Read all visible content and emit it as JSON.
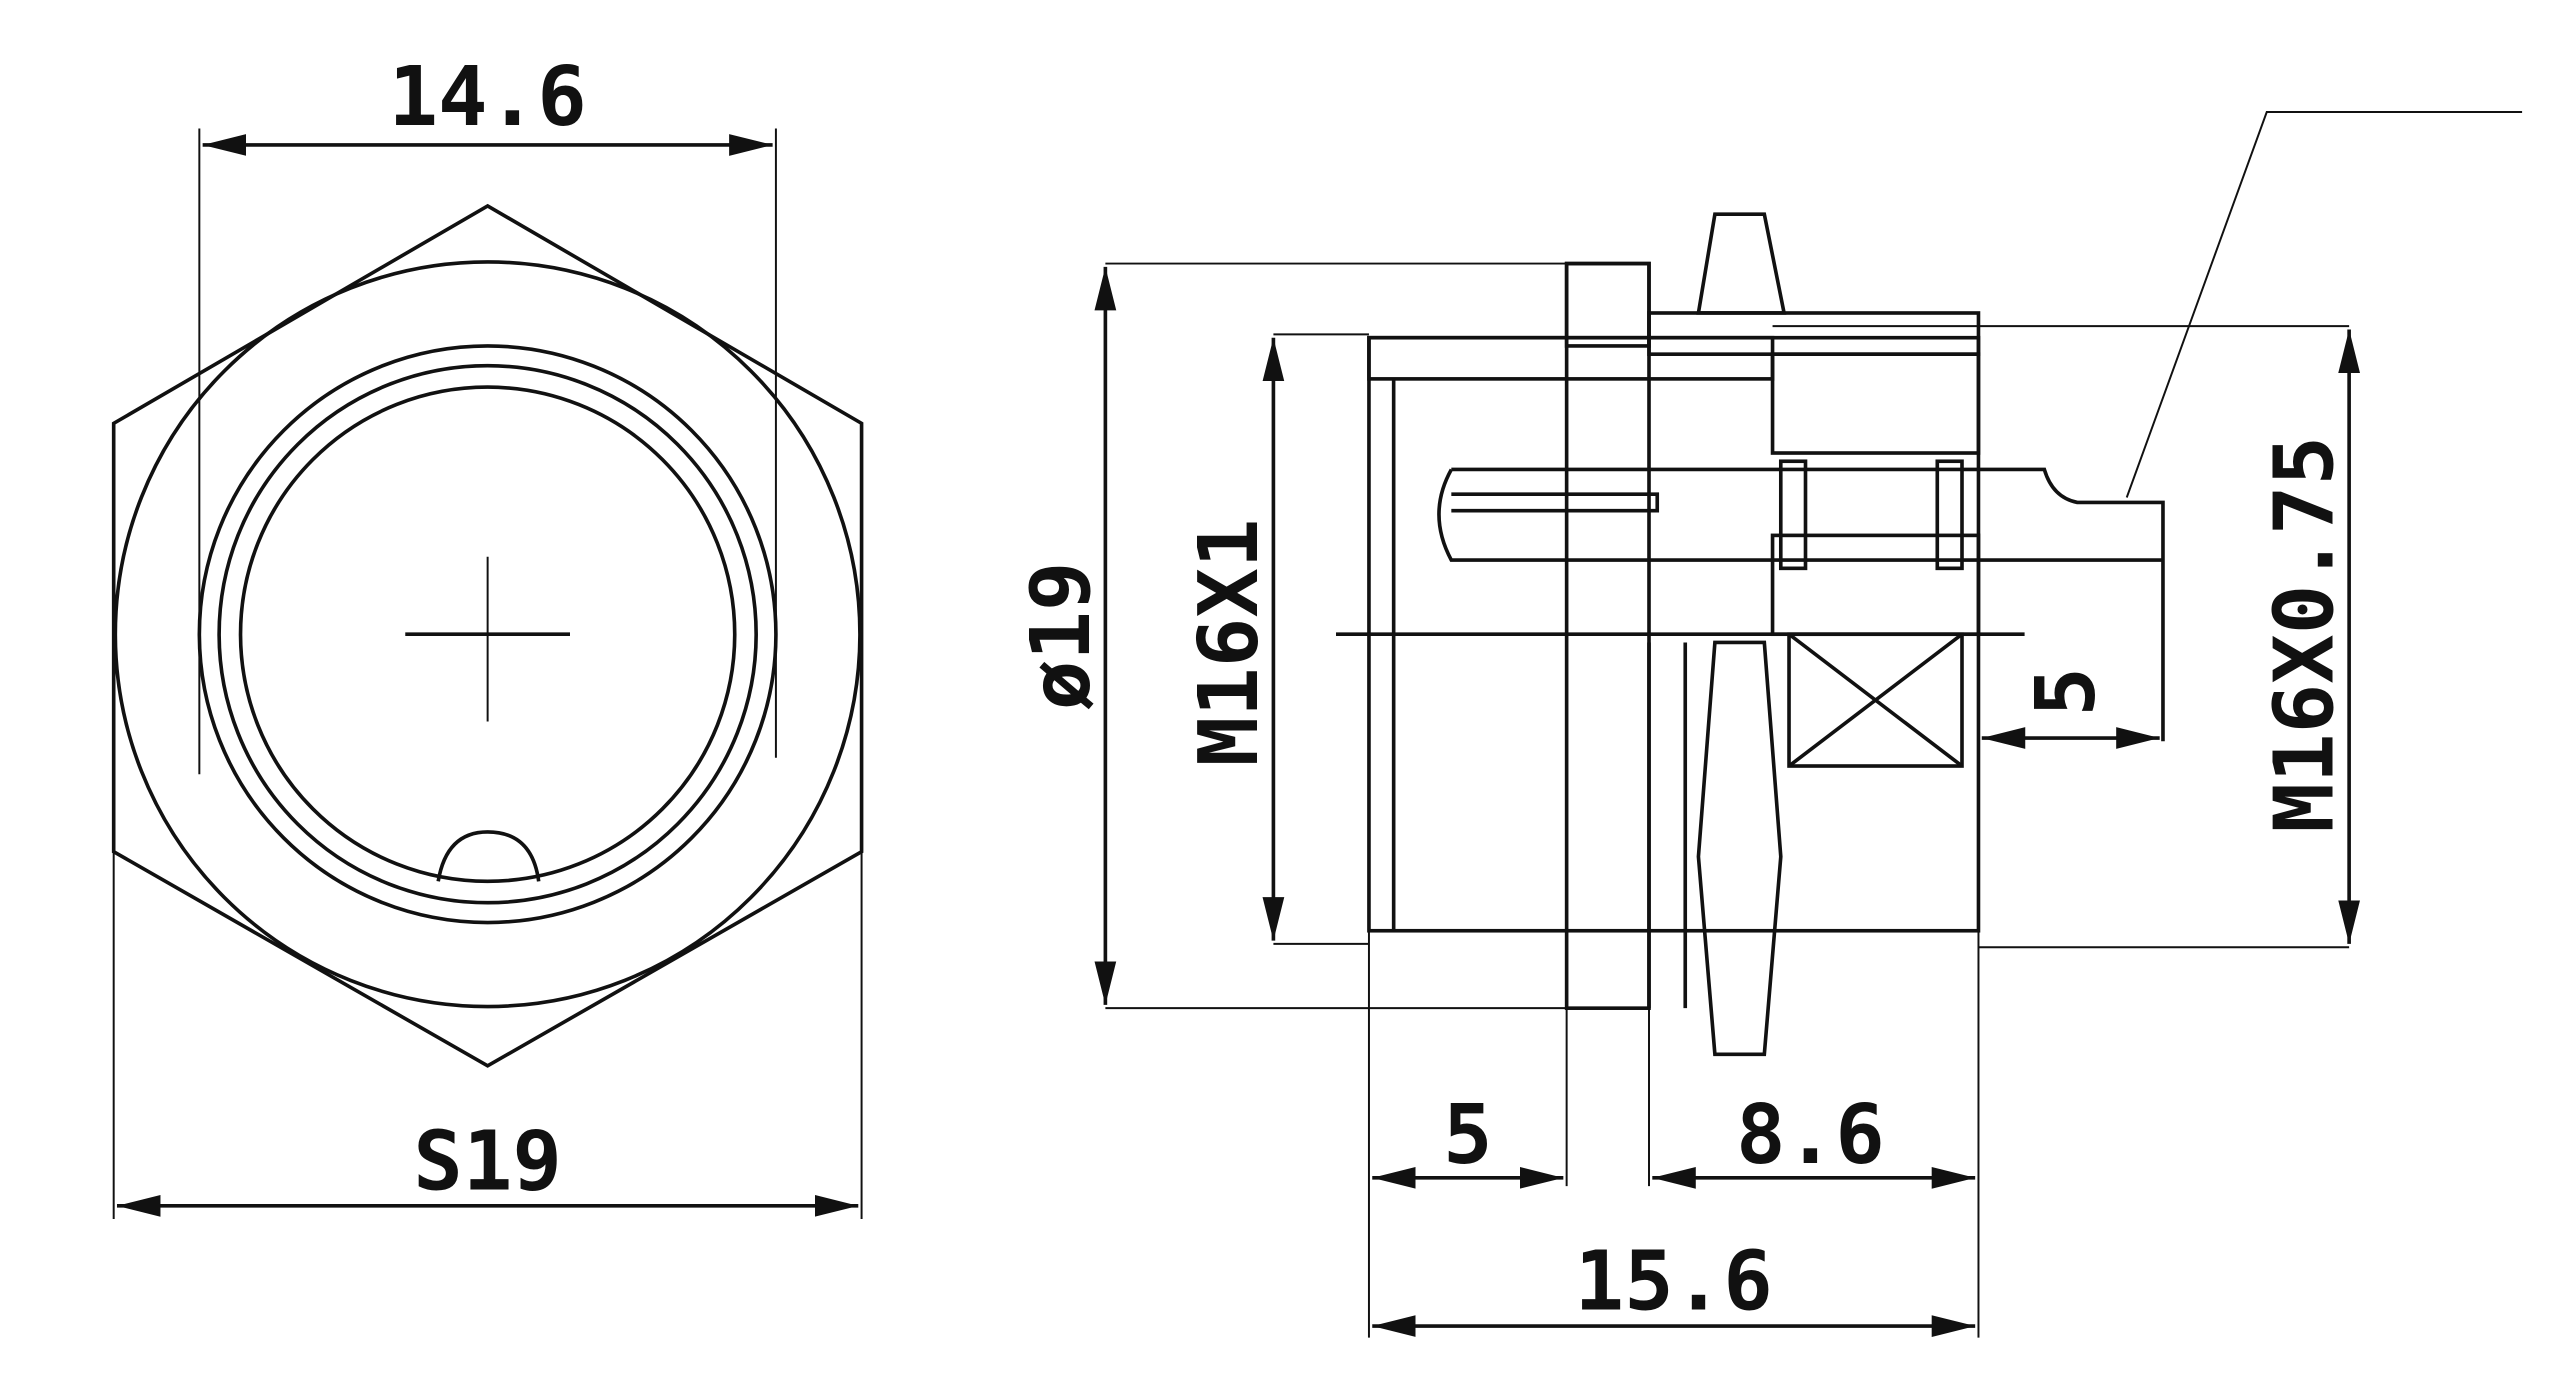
{
  "front_view": {
    "width_across_flats_label": "14.6",
    "hex_size_label": "S19"
  },
  "side_view": {
    "outer_diameter_label": "ø19",
    "body_thread_label": "M16X1",
    "nut_thread_label": "M16X0.75",
    "pin_protrusion_label": "5",
    "front_length_label": "5",
    "rear_length_label": "8.6",
    "total_length_label": "15.6"
  },
  "colors": {
    "line": "#111111",
    "background": "#ffffff"
  }
}
